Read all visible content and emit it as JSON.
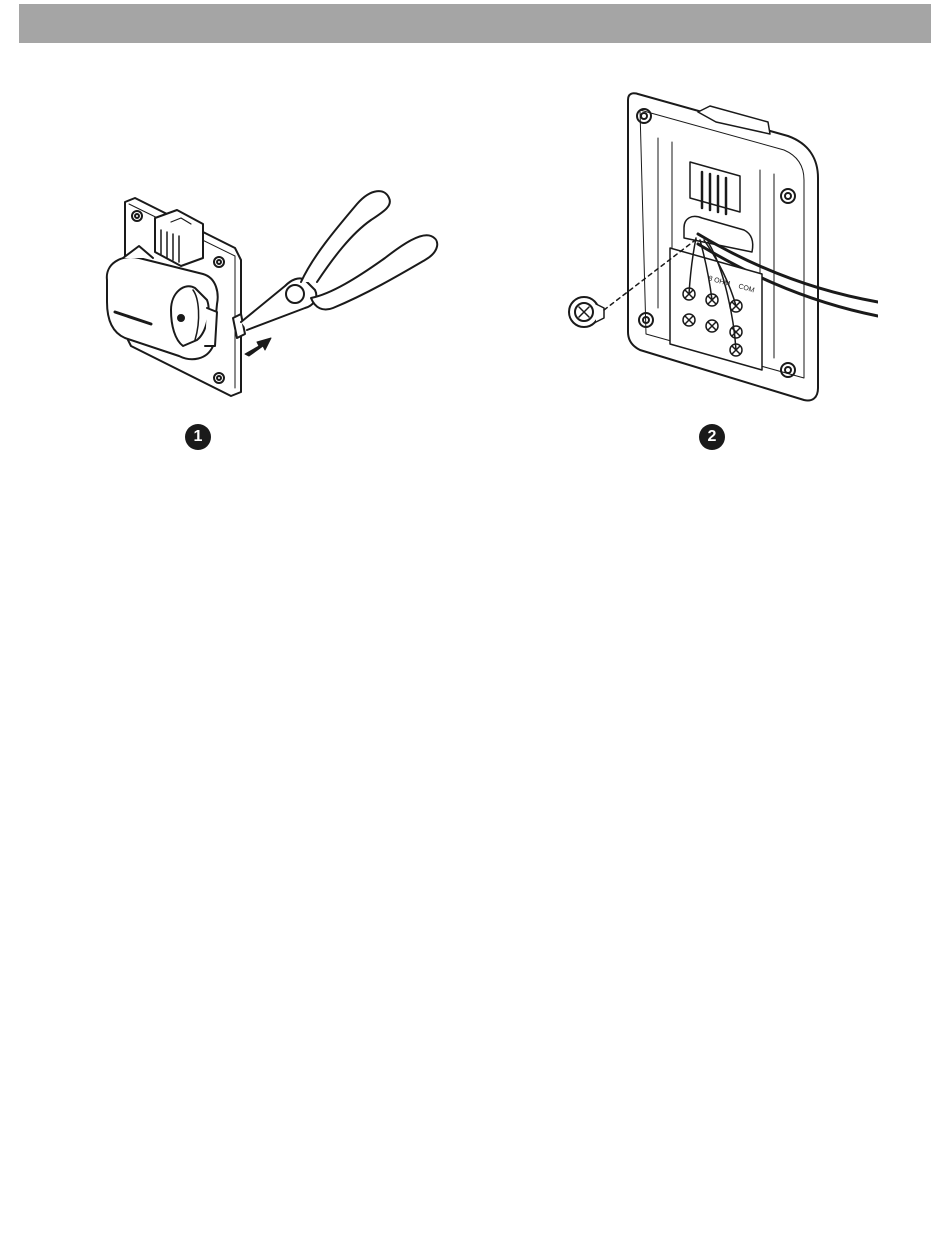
{
  "steps": [
    {
      "number": "1",
      "icon": "pliers-removing-tab-illustration"
    },
    {
      "number": "2",
      "icon": "wall-plate-wiring-illustration"
    }
  ],
  "wall_plate": {
    "terminal_label_1": "8 OHM",
    "terminal_label_2": "COM"
  },
  "colors": {
    "header_bar": "#a5a5a5",
    "ink": "#1a1a1a"
  }
}
